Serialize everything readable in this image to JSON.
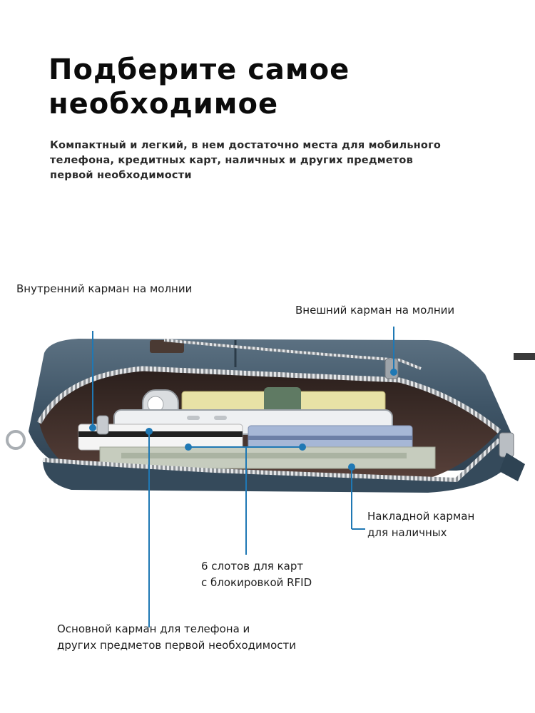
{
  "headline": {
    "line1": "Подберите самое",
    "line2": "необходимое"
  },
  "subtext": {
    "line1": "Компактный и легкий, в нем достаточно места для мобильного",
    "line2": "телефона, кредитных карт, наличных и других предметов",
    "line3": "первой необходимости"
  },
  "callouts": {
    "inner_zip_pocket": "Внутренний карман на молнии",
    "outer_zip_pocket": "Внешний карман на молнии",
    "cash_pocket": {
      "line1": "Накладной карман",
      "line2": "для наличных"
    },
    "card_slots": {
      "line1": "6 слотов для карт",
      "line2": "с блокировкой RFID"
    },
    "main_pocket": {
      "line1": "Основной карман для телефона и",
      "line2": "других предметов первой необходимости"
    }
  },
  "colors": {
    "leather": "#3d5466",
    "lining": "#4a3530",
    "accent_line": "#1f78b4",
    "zipper": "#c9ccd0"
  }
}
